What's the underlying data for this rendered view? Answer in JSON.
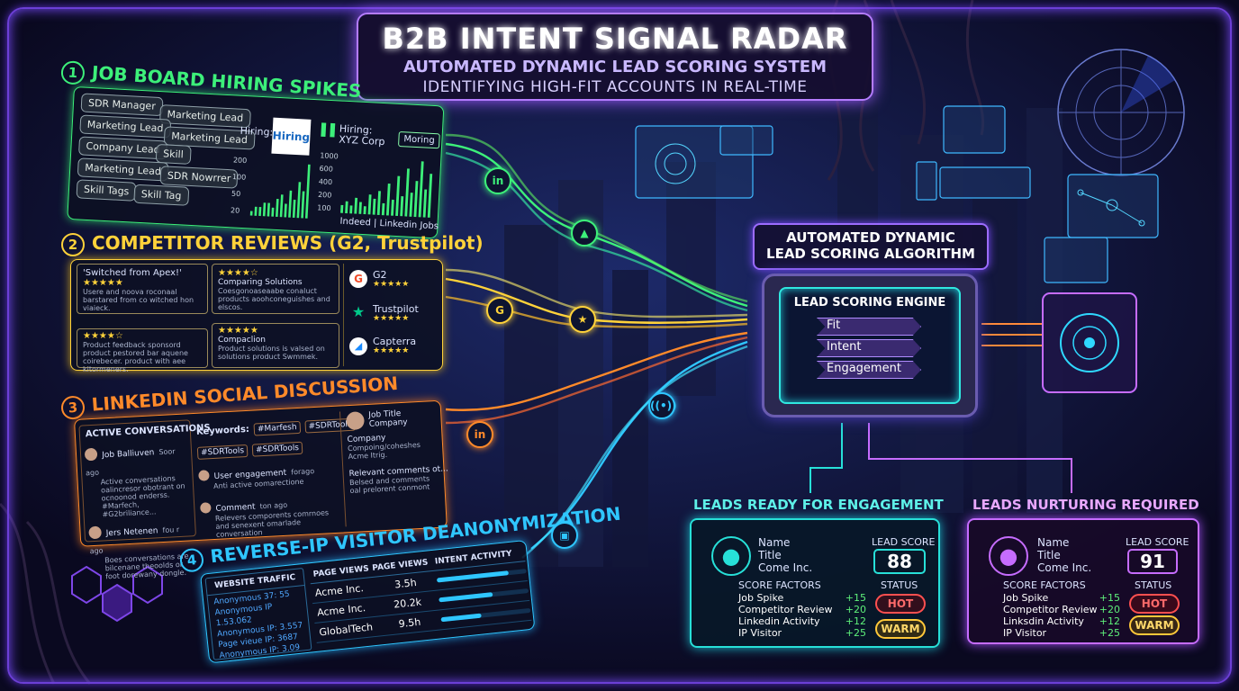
{
  "header": {
    "title": "B2B INTENT SIGNAL RADAR",
    "subtitle": "AUTOMATED DYNAMIC LEAD SCORING SYSTEM",
    "tagline": "IDENTIFYING HIGH-FIT ACCOUNTS IN REAL-TIME"
  },
  "colors": {
    "green": "#3df07a",
    "yellow": "#ffd23a",
    "orange": "#ff8a2a",
    "blue": "#2fc6ff",
    "cyan": "#27e0d8",
    "purple": "#c66cff"
  },
  "job_board": {
    "number": "1",
    "title": "JOB BOARD HIRING SPIKES",
    "tags": [
      "SDR Manager",
      "Marketing Lead",
      "Marketing Lead",
      "Marketing Lead",
      "Company Lead",
      "Skill",
      "Marketing Lead",
      "SDR Nowrrer",
      "Skill Tags",
      "Skill Tag"
    ],
    "hiring_label": "Hiring:",
    "hiring_logo": "Hiring",
    "hiring2": "Hiring:",
    "company": "XYZ Corp",
    "moring": "Moring",
    "chart1_ticks": [
      "200",
      "100",
      "50",
      "20"
    ],
    "chart1_values": [
      1,
      2,
      2,
      3,
      3,
      2,
      4,
      5,
      3,
      6,
      4,
      8,
      6,
      12
    ],
    "chart2_ticks": [
      "1000",
      "600",
      "400",
      "200",
      "100"
    ],
    "chart2_values": [
      2,
      3,
      2,
      4,
      3,
      2,
      5,
      4,
      6,
      3,
      8,
      4,
      10,
      5,
      12,
      6,
      9,
      14,
      7,
      11
    ],
    "sources": "Indeed | Linkedin Jobs"
  },
  "reviews": {
    "number": "2",
    "title": "COMPETITOR REVIEWS (G2, Trustpilot)",
    "quote": "'Switched from Apex!'",
    "stars": "★★★★★",
    "quote_body": "Usere and noova roconaal barstared from co witched hon viaieck.",
    "comparing": "Comparing Solutions",
    "comparing_body": "Coesgonoaseaabe conaluct products aoohconeguishes and elscos.",
    "feedback_body": "Product feedback sponsord product pestored bar aquene coirebecer. product with aee kitormeners.",
    "compaclion": "Compaclion",
    "compaclion_body": "Product solutions is valsed on solutions product Swmmek.",
    "platforms": [
      {
        "name": "G2",
        "icon": "G"
      },
      {
        "name": "Trustpilot",
        "icon": "★"
      },
      {
        "name": "Capterra",
        "icon": "◢"
      }
    ]
  },
  "linkedin": {
    "number": "3",
    "title": "LINKEDIN SOCIAL DISCUSSION",
    "active": "ACTIVE CONVERSATIONS",
    "person1": "Job Balliuven",
    "person1_meta": "Soor ago",
    "person1_body": "Active conversations oalincresor obotrant on ocnoonod enderss. #Marfech, #G2briliance...",
    "person2": "Jers Netenen",
    "person2_meta": "fou r ago",
    "person2_body": "Boes conversations are bilcenane theoolds or foot dorewany dongle.",
    "keywords_label": "Keywords:",
    "keywords": [
      "#Marfesh",
      "#SDRTools",
      "#SDRTools",
      "#SDRTools"
    ],
    "engagement": "User engagement",
    "engagement_meta": "forago",
    "engagement_body": "Anti active oomarectione",
    "comment": "Comment",
    "comment_meta": "ton ago",
    "comment_body": "Relevers comporents comrnoes and senexent omarlade conversation",
    "profile_title": "Job Title",
    "profile_company": "Company",
    "company_label": "Company",
    "company_body": "Compoing/coheshes Acme Itrig.",
    "relevant": "Relevant comments ot...",
    "relevant_body": "Belsed and comments oal prelorent conmont"
  },
  "reverse_ip": {
    "number": "4",
    "title": "REVERSE-IP VISITOR DEANONYMIZATION",
    "traffic_header": "WEBSITE TRAFFIC",
    "traffic": [
      "Anonymous 37: 55",
      "Anonymous IP 1.53.062",
      "Anonymous IP: 3.557",
      "Page vieue IP: 3687",
      "Anonymous IP: 3.09"
    ],
    "columns": [
      "PAGE VIEWS",
      "PAGE VIEWS",
      "INTENT ACTIVITY"
    ],
    "rows": [
      {
        "company": "Acme Inc.",
        "views": "3.5h",
        "intent": 0.8
      },
      {
        "company": "Acme Inc.",
        "views": "20.2k",
        "intent": 0.6
      },
      {
        "company": "GlobalTech",
        "views": "9.5h",
        "intent": 0.45
      }
    ]
  },
  "algorithm": {
    "title_line1": "AUTOMATED DYNAMIC",
    "title_line2": "LEAD SCORING ALGORITHM",
    "engine": "LEAD SCORING ENGINE",
    "factors": [
      "Fit",
      "Intent",
      "Engagement"
    ]
  },
  "flow_icons": [
    "in",
    "▲",
    "G",
    "★",
    "in",
    "((•))",
    "▣"
  ],
  "leads_ready": {
    "heading": "LEADS READY FOR ENGAGEMENT",
    "name": "Name",
    "title": "Title",
    "company": "Come Inc.",
    "score_label": "LEAD SCORE",
    "score": "88",
    "factors_label": "SCORE FACTORS",
    "status_label": "STATUS",
    "factors": [
      {
        "name": "Job Spike",
        "points": "+15"
      },
      {
        "name": "Competitor Review",
        "points": "+20"
      },
      {
        "name": "Linkedin Activity",
        "points": "+12"
      },
      {
        "name": "IP Visitor",
        "points": "+25"
      }
    ],
    "status_hot": "HOT",
    "status_warm": "WARM"
  },
  "leads_nurture": {
    "heading": "LEADS NURTURING REQUIRED",
    "name": "Name",
    "title": "Title",
    "company": "Come Inc.",
    "score_label": "LEAD SCORE",
    "score": "91",
    "factors_label": "SCORE FACTORS",
    "status_label": "STATUS",
    "factors": [
      {
        "name": "Job Spike",
        "points": "+15"
      },
      {
        "name": "Competitor Review",
        "points": "+20"
      },
      {
        "name": "Linksdin Activity",
        "points": "+12"
      },
      {
        "name": "IP Visitor",
        "points": "+25"
      }
    ],
    "status_hot": "HOT",
    "status_warm": "WARM"
  }
}
